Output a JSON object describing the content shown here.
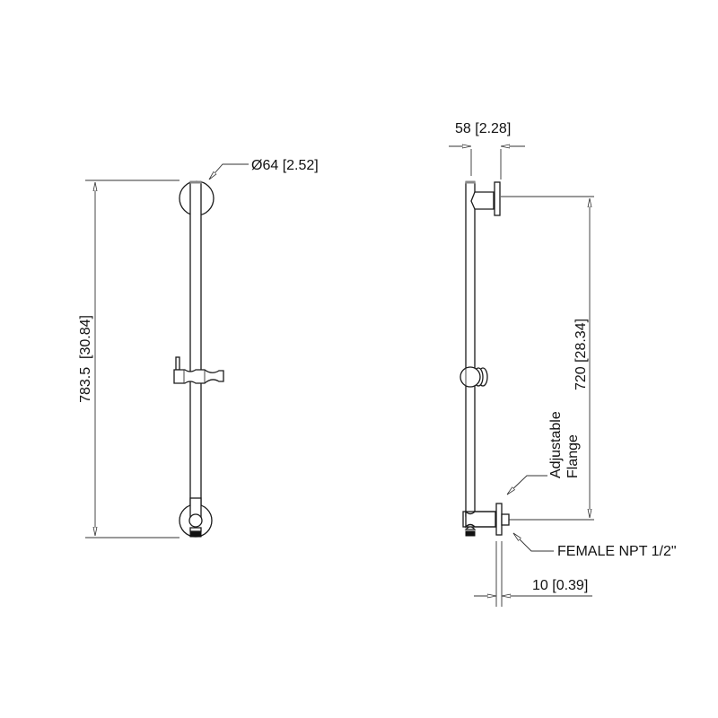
{
  "diagram": {
    "type": "technical-drawing",
    "subject": "shower slide bar",
    "views": [
      {
        "name": "front-view",
        "dimensions": {
          "overall_height": "783.5  [30.84]",
          "flange_diameter": "Ø64 [2.52]"
        }
      },
      {
        "name": "side-view",
        "dimensions": {
          "projection": "58 [2.28]",
          "mount_spacing": "720 [28.34]",
          "wall_offset": "10 [0.39]"
        },
        "callouts": {
          "adjustable_line1": "Adjustable",
          "adjustable_line2": "Flange",
          "connection": "FEMALE NPT 1/2\""
        }
      }
    ]
  }
}
